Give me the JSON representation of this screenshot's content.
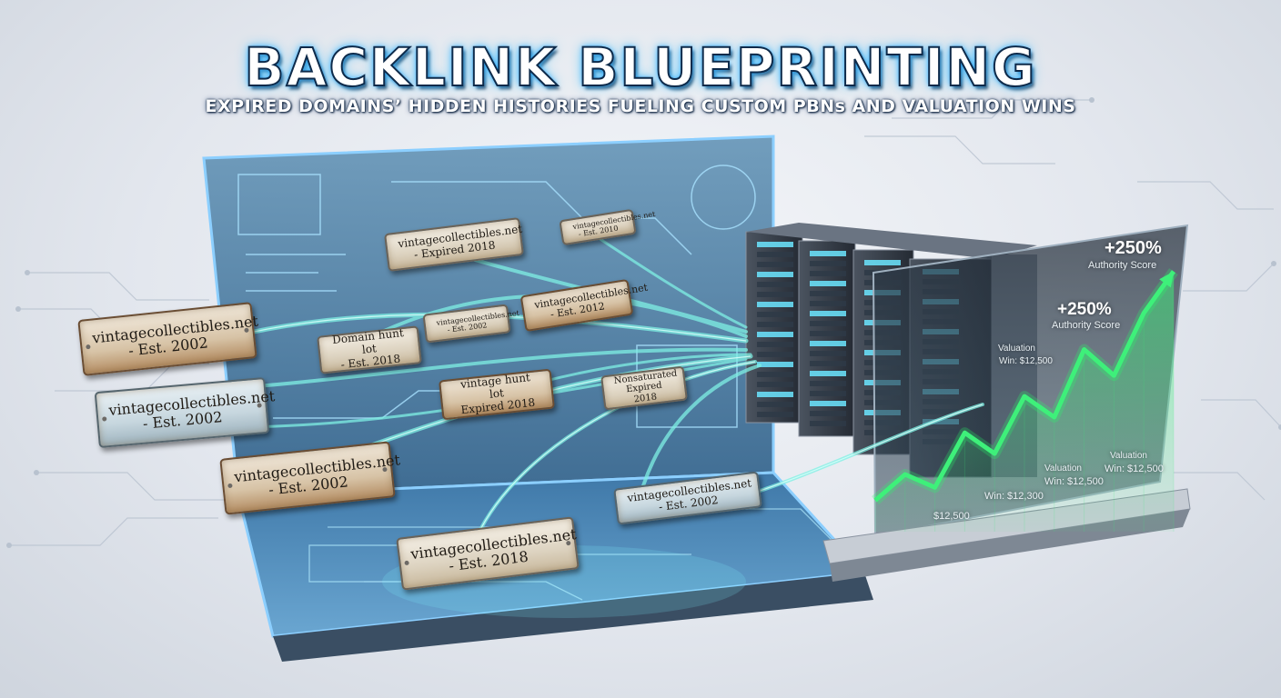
{
  "header": {
    "title": "BACKLINK BLUEPRINTING",
    "subtitle": "EXPIRED DOMAINS’ HIDDEN HISTORIES FUELING CUSTOM PBNs AND VALUATION WINS"
  },
  "tags": [
    {
      "line1": "vintagecollectibles.net",
      "line2": "- Est. 2002"
    },
    {
      "line1": "vintagecollectibles.net",
      "line2": "- Est. 2002"
    },
    {
      "line1": "vintagecollectibles.net",
      "line2": "- Est. 2002"
    },
    {
      "line1": "vintagecollectibles.net",
      "line2": "- Est. 2018"
    },
    {
      "line1": "vintagecollectibles.net",
      "line2": "- Expired 2018"
    },
    {
      "line1": "vintagecollectibles.net",
      "line2": "- Est. 2012"
    },
    {
      "line1": "vintagecollectibles.net",
      "line2": "- Est. 2010"
    },
    {
      "line1": "Domain hunt lot",
      "line2": "- Est. 2018"
    },
    {
      "line1": "vintagecollectibles.net",
      "line2": "- Est. 2002"
    },
    {
      "line1": "vintage hunt lot",
      "line2": "Expired 2018"
    },
    {
      "line1": "Nonsaturated",
      "line2": "Expired 2018"
    },
    {
      "line1": "vintagecollectibles.net",
      "line2": "- Est. 2002"
    }
  ],
  "chart": {
    "labels": {
      "growth_top": "+250%",
      "authority_top": "Authority Score",
      "growth_mid": "+250%",
      "authority_mid": "Authority Score",
      "valuation_a": "Valuation",
      "valuation_a2": "Win: $12,500",
      "price_1": "$12,500",
      "price_2": "Win: $12,300",
      "valuation_b": "Valuation",
      "price_3": "Win: $12,500",
      "valuation_c": "Valuation",
      "price_4": "Win: $12,500"
    }
  },
  "chart_data": {
    "type": "line",
    "y": [
      12,
      22,
      17,
      38,
      30,
      52,
      44,
      70,
      60,
      84,
      100
    ],
    "x": [
      1,
      2,
      3,
      4,
      5,
      6,
      7,
      8,
      9,
      10,
      11
    ],
    "ylim": [
      0,
      110
    ],
    "colors": {
      "line": "#3ef07a",
      "glow": "#22ff66"
    }
  },
  "colors": {
    "accent": "#2aa7ff",
    "cable": "#7ff0e4",
    "growth": "#3ef07a"
  }
}
